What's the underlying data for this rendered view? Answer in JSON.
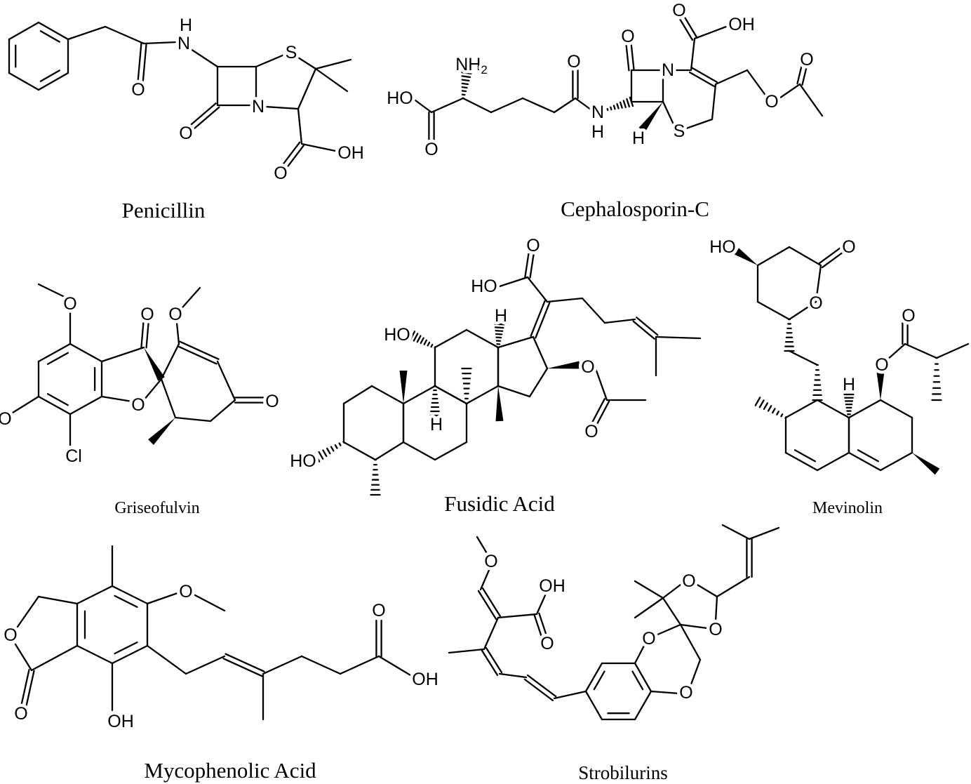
{
  "penicillin": {
    "name": "Penicillin",
    "atoms": [
      "H",
      "N",
      "O",
      "O",
      "N",
      "S",
      "O",
      "OH"
    ]
  },
  "cephalosporin": {
    "name": "Cephalosporin-C",
    "atoms": [
      "HO",
      "O",
      "O",
      "N",
      "H",
      "O",
      "N",
      "S",
      "H",
      "O",
      "OH",
      "O",
      "O"
    ],
    "amine": {
      "main": "NH",
      "sub": "2"
    }
  },
  "griseofulvin": {
    "name": "Griseofulvin",
    "atoms": [
      "O",
      "O",
      "Cl",
      "O",
      "O",
      "O",
      "O"
    ]
  },
  "fusidic_acid": {
    "name": "Fusidic Acid",
    "atoms": [
      "HO",
      "H",
      "HO",
      "H",
      "O",
      "HO",
      "O",
      "O"
    ]
  },
  "mevinolin": {
    "name": "Mevinolin",
    "atoms": [
      "HO",
      "O",
      "O",
      "H",
      "O",
      "O"
    ]
  },
  "mycophenolic_acid": {
    "name": "Mycophenolic Acid",
    "atoms": [
      "O",
      "O",
      "OH",
      "OH",
      "O",
      "O"
    ]
  },
  "strobilurins": {
    "name": "Strobilurins",
    "atoms": [
      "O",
      "OH",
      "O",
      "O",
      "O",
      "O",
      "O"
    ]
  }
}
